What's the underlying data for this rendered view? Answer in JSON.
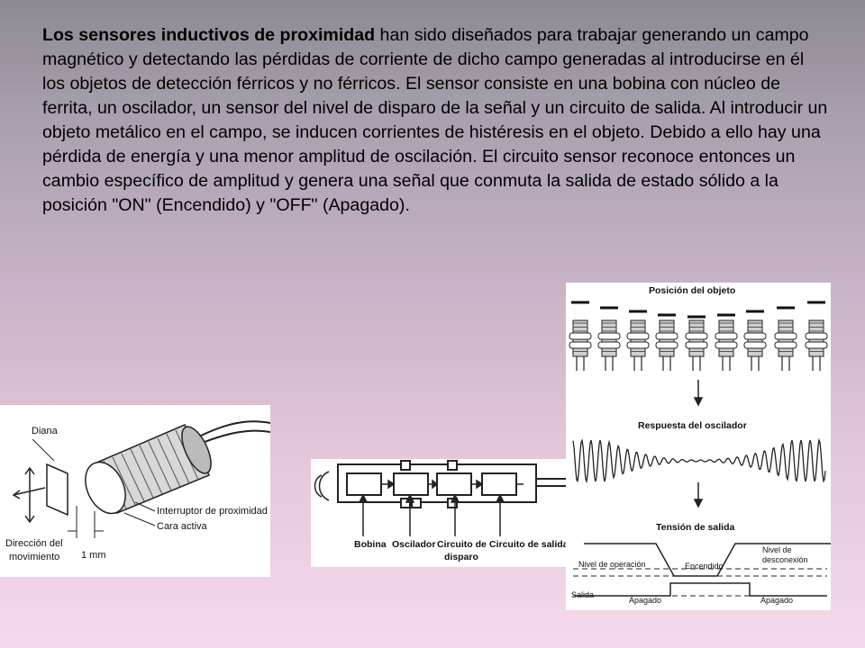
{
  "paragraph": {
    "bold_lead": "Los sensores inductivos de proximidad",
    "body": " han sido diseñados para trabajar generando un campo magnético y detectando las pérdidas de corriente de dicho campo generadas al introducirse en él los objetos de detección férricos y no férricos. El sensor consiste en una bobina con núcleo de ferrita, un oscilador, un sensor del nivel de disparo de la señal y un circuito de salida. Al introducir un objeto metálico en el campo, se inducen corrientes de histéresis en el objeto. Debido a ello hay una pérdida de energía y una menor amplitud de oscilación. El circuito sensor reconoce entonces un cambio específico de amplitud y genera una señal que conmuta la salida de estado sólido a la posición \"ON\" (Encendido) y \"OFF\" (Apagado)."
  },
  "fig_sensor": {
    "diana": "Diana",
    "interruptor": "Interruptor de proximidad",
    "cara": "Cara activa",
    "direccion_1": "Dirección del",
    "direccion_2": "movimiento",
    "distancia": "1 mm"
  },
  "fig_blocks": {
    "bobina": "Bobina",
    "oscilador": "Oscilador",
    "disparo_1": "Circuito de",
    "disparo_2": "disparo",
    "salida": "Circuito de salida"
  },
  "fig_signals": {
    "posicion": "Posición del objeto",
    "respuesta": "Respuesta del oscilador",
    "tension": "Tensión de salida",
    "nivel_desc_1": "Nivel de",
    "nivel_desc_2": "desconexión",
    "nivel_op": "Nivel de operación",
    "encendido": "Encendido",
    "salida": "Salida",
    "apagado_1": "Apagado",
    "apagado_2": "Apagado"
  }
}
